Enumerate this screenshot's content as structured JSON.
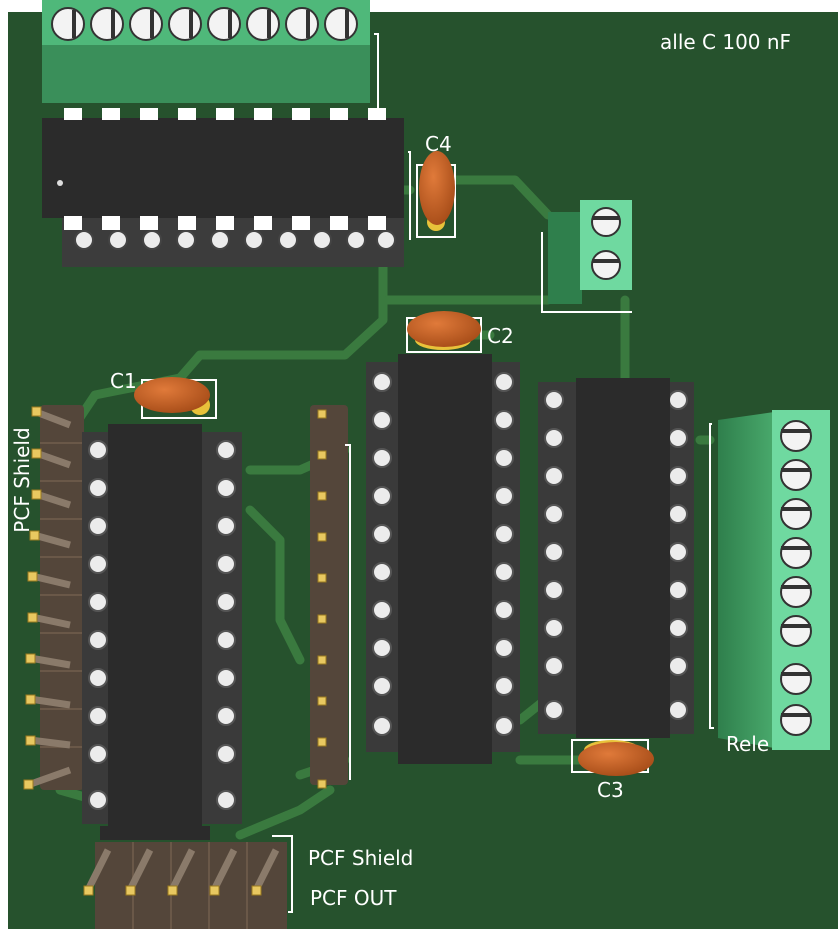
{
  "board": {
    "note": "alle C 100 nF",
    "colors": {
      "pcb": "#26522d",
      "trace": "#3a7a3f",
      "silkscreen": "#ffffff",
      "ic_body": "#2b2b2b",
      "terminal": "#3a8f5a",
      "terminal_light": "#6fd9a0",
      "capacitor": "#c45f22",
      "pad_gold": "#e8c23a",
      "header": "#54463a"
    }
  },
  "labels": {
    "c1": "C1",
    "c2": "C2",
    "c3": "C3",
    "c4": "C4",
    "pcf_shield_left": "PCF Shield",
    "pcf_shield_bottom": "PCF Shield",
    "pcf_out": "PCF OUT",
    "rele_partial": "Rele"
  }
}
